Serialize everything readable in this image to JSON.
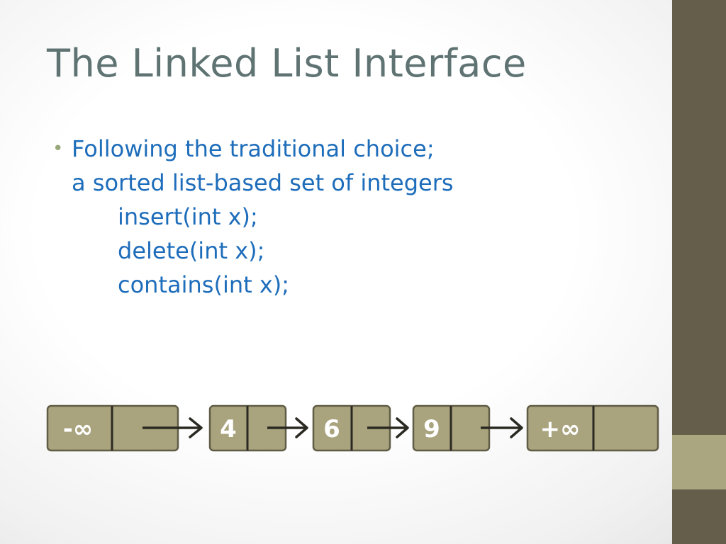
{
  "slide": {
    "title": "The Linked List Interface",
    "bullet": {
      "line1": "Following the traditional choice;",
      "line2": "a sorted list-based set of integers",
      "methods": [
        "insert(int x);",
        "delete(int x);",
        "contains(int x);"
      ]
    }
  },
  "diagram": {
    "nodes": [
      {
        "value": "-∞"
      },
      {
        "value": "4"
      },
      {
        "value": "6"
      },
      {
        "value": "9"
      },
      {
        "value": "+∞"
      }
    ]
  },
  "colors": {
    "title": "#5f7373",
    "body_text": "#1e6dbb",
    "node_fill": "#a9a37e",
    "side_bar": "#655e4a",
    "side_bar_accent": "#aaa67f"
  }
}
